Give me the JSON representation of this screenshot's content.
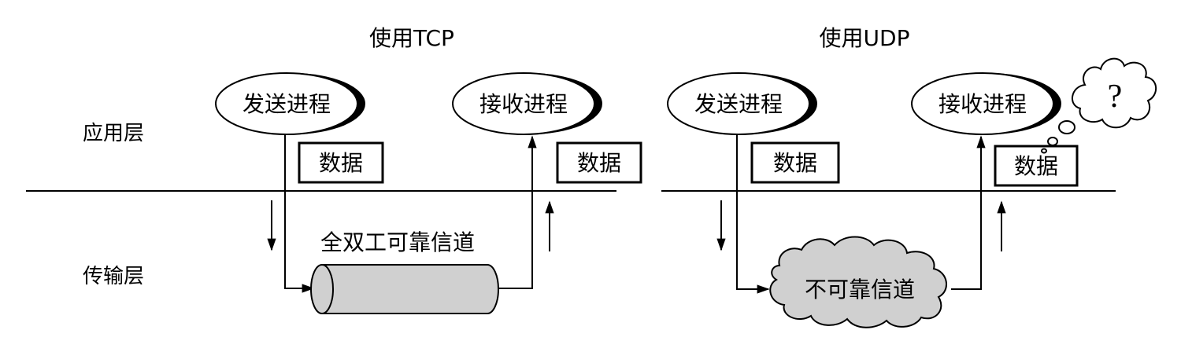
{
  "layers": {
    "application": "应用层",
    "transport": "传输层"
  },
  "tcp": {
    "title": "使用TCP",
    "sender": "发送进程",
    "receiver": "接收进程",
    "data_left": "数据",
    "data_right": "数据",
    "channel": "全双工可靠信道"
  },
  "udp": {
    "title": "使用UDP",
    "sender": "发送进程",
    "receiver": "接收进程",
    "data_left": "数据",
    "data_right": "数据",
    "channel": "不可靠信道",
    "thought": "?"
  },
  "colors": {
    "line": "#000000",
    "channel_fill": "#d0d0d0"
  }
}
